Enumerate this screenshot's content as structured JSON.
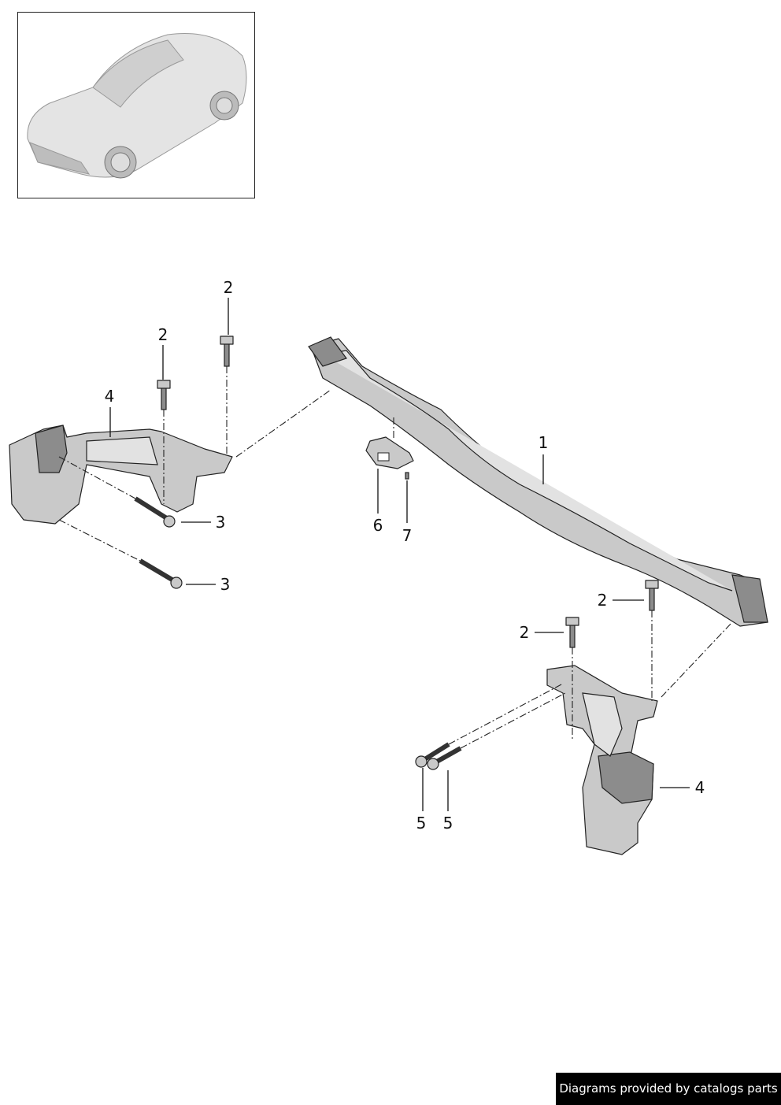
{
  "callouts": {
    "c2a": "2",
    "c2b": "2",
    "c4a": "4",
    "c3a": "3",
    "c3b": "3",
    "c1": "1",
    "c6": "6",
    "c7": "7",
    "c2c": "2",
    "c2d": "2",
    "c4b": "4",
    "c5a": "5",
    "c5b": "5"
  },
  "footer": "Diagrams provided by catalogs parts"
}
